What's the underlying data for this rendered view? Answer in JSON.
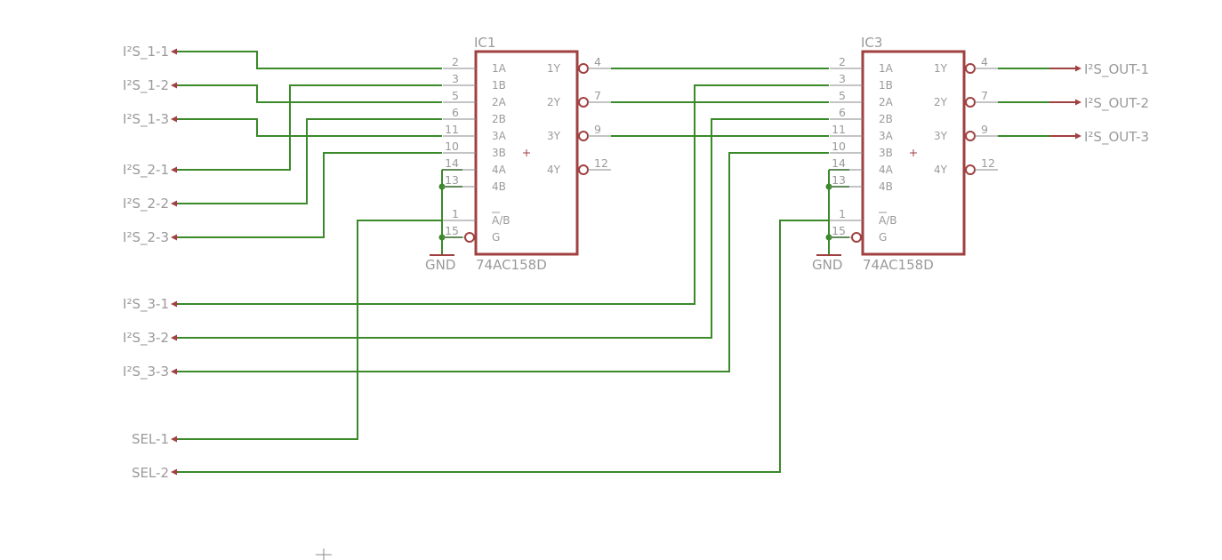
{
  "net_labels": {
    "i2s_1_1": "I²S_1-1",
    "i2s_1_2": "I²S_1-2",
    "i2s_1_3": "I²S_1-3",
    "i2s_2_1": "I²S_2-1",
    "i2s_2_2": "I²S_2-2",
    "i2s_2_3": "I²S_2-3",
    "i2s_3_1": "I²S_3-1",
    "i2s_3_2": "I²S_3-2",
    "i2s_3_3": "I²S_3-3",
    "sel_1": "SEL-1",
    "sel_2": "SEL-2",
    "out_1": "I²S_OUT-1",
    "out_2": "I²S_OUT-2",
    "out_3": "I²S_OUT-3"
  },
  "ic1": {
    "name": "IC1",
    "part": "74AC158D",
    "gnd": "GND",
    "pins_left": [
      {
        "num": "2",
        "label": "1A"
      },
      {
        "num": "3",
        "label": "1B"
      },
      {
        "num": "5",
        "label": "2A"
      },
      {
        "num": "6",
        "label": "2B"
      },
      {
        "num": "11",
        "label": "3A"
      },
      {
        "num": "10",
        "label": "3B"
      },
      {
        "num": "14",
        "label": "4A"
      },
      {
        "num": "13",
        "label": "4B"
      },
      {
        "num": "1",
        "label": "A/B"
      },
      {
        "num": "15",
        "label": "G"
      }
    ],
    "pins_right": [
      {
        "num": "4",
        "label": "1Y"
      },
      {
        "num": "7",
        "label": "2Y"
      },
      {
        "num": "9",
        "label": "3Y"
      },
      {
        "num": "12",
        "label": "4Y"
      }
    ]
  },
  "ic3": {
    "name": "IC3",
    "part": "74AC158D",
    "gnd": "GND",
    "pins_left": [
      {
        "num": "2",
        "label": "1A"
      },
      {
        "num": "3",
        "label": "1B"
      },
      {
        "num": "5",
        "label": "2A"
      },
      {
        "num": "6",
        "label": "2B"
      },
      {
        "num": "11",
        "label": "3A"
      },
      {
        "num": "10",
        "label": "3B"
      },
      {
        "num": "14",
        "label": "4A"
      },
      {
        "num": "13",
        "label": "4B"
      },
      {
        "num": "1",
        "label": "A/B"
      },
      {
        "num": "15",
        "label": "G"
      }
    ],
    "pins_right": [
      {
        "num": "4",
        "label": "1Y"
      },
      {
        "num": "7",
        "label": "2Y"
      },
      {
        "num": "9",
        "label": "3Y"
      },
      {
        "num": "12",
        "label": "4Y"
      }
    ]
  },
  "colors": {
    "wire": "#3a8a2a",
    "component": "#a04040",
    "text": "#9a9a9a"
  }
}
